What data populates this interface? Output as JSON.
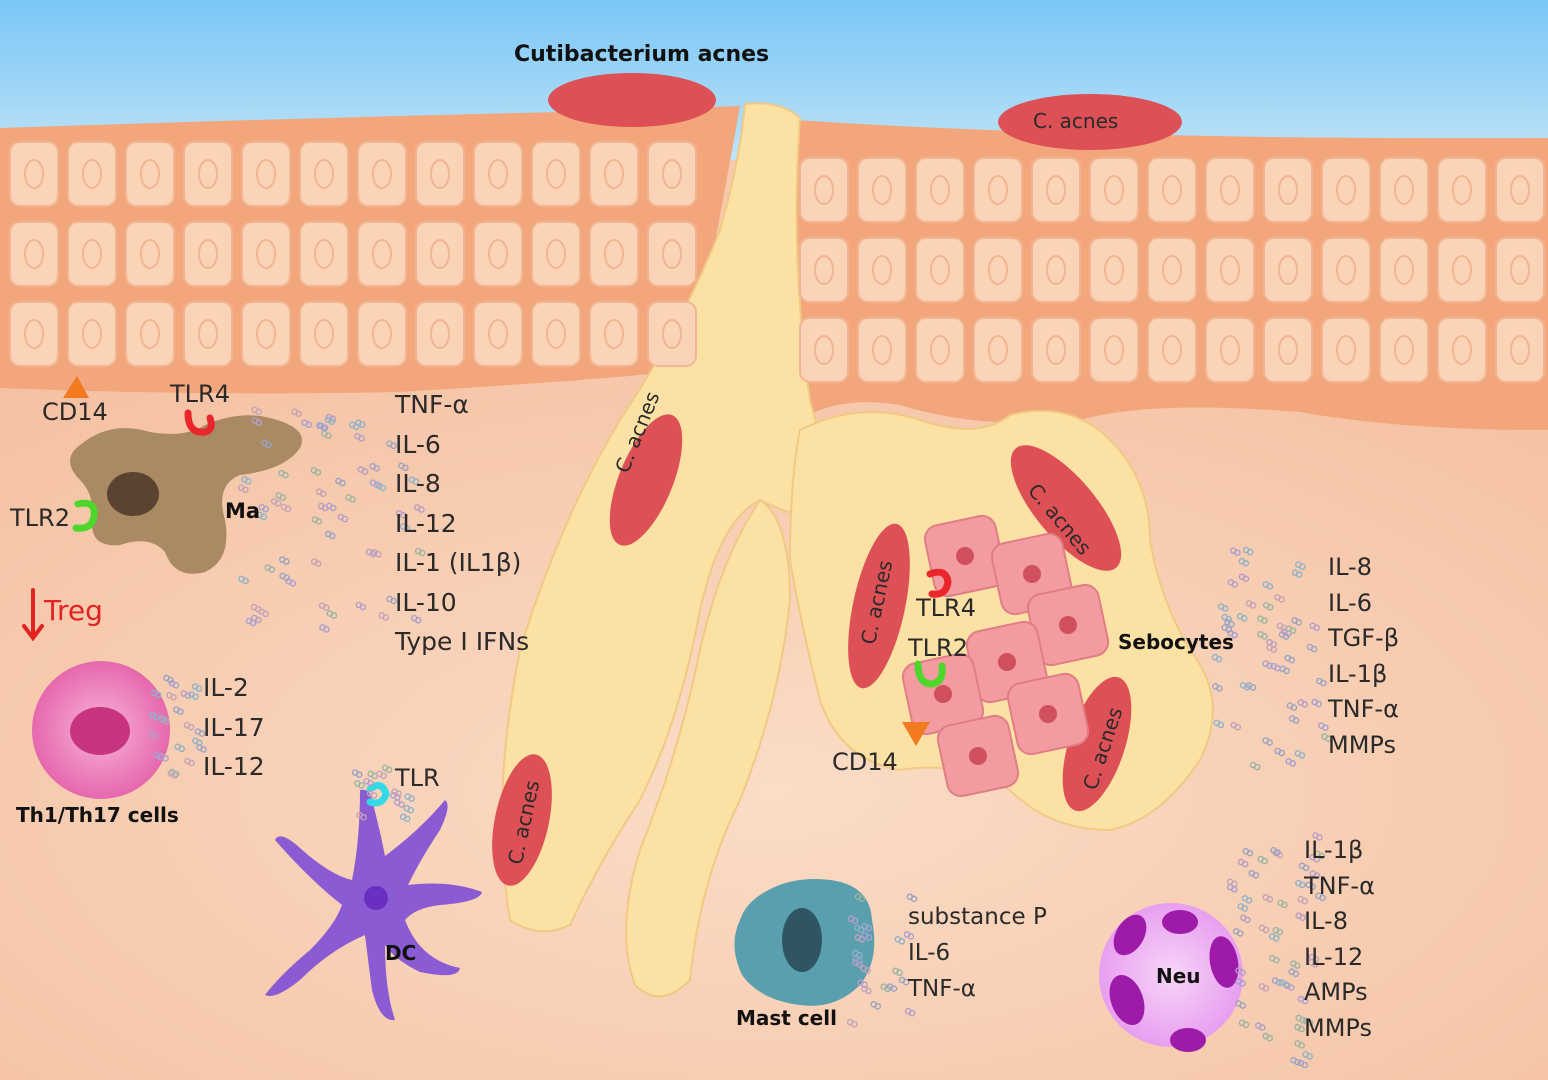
{
  "title": "Cutibacterium acnes",
  "bacteria": {
    "surface_right": "C. acnes",
    "duct_upper": "C. acnes",
    "duct_lower": "C. acnes",
    "gland_left": "C. acnes",
    "gland_top": "C. acnes",
    "gland_right": "C. acnes"
  },
  "macrophage": {
    "name": "Ma",
    "cd14": "CD14",
    "tlr4": "TLR4",
    "tlr2": "TLR2",
    "cytokines": [
      "TNF-α",
      "IL-6",
      "IL-8",
      "IL-12",
      "IL-1 (IL1β)",
      "IL-10",
      "Type I IFNs"
    ]
  },
  "treg": "Treg",
  "th_cells": {
    "name": "Th1/Th17 cells",
    "cytokines": [
      "IL-2",
      "IL-17",
      "IL-12"
    ]
  },
  "dendritic": {
    "name": "DC",
    "tlr": "TLR"
  },
  "sebocytes": {
    "name": "Sebocytes",
    "tlr4": "TLR4",
    "tlr2": "TLR2",
    "cd14": "CD14",
    "cytokines": [
      "IL-8",
      "IL-6",
      "TGF-β",
      "IL-1β",
      "TNF-α",
      "MMPs"
    ]
  },
  "mast_cell": {
    "name": "Mast cell",
    "cytokines": [
      "substance P",
      "IL-6",
      "TNF-α"
    ]
  },
  "neutrophil": {
    "name": "Neu",
    "cytokines": [
      "IL-1β",
      "TNF-α",
      "IL-8",
      "IL-12",
      "AMPs",
      "MMPs"
    ]
  },
  "colors": {
    "sky": "#8ccdf5",
    "epidermis": "#f4a57a",
    "dermis": "#f6c9ae",
    "follicle": "#fbe3a6",
    "bacteria": "#de5257",
    "macrophage": "#a98a63",
    "th_cell": "#e872b3",
    "dendritic": "#8a5bd3",
    "mast_cell": "#5a9fae",
    "neutrophil": "#f0aef3",
    "sebocyte": "#f19aa0",
    "tlr4": "#e8262b",
    "tlr2": "#4ed62a",
    "tlr": "#35d8e6",
    "cd14": "#f27a20"
  }
}
